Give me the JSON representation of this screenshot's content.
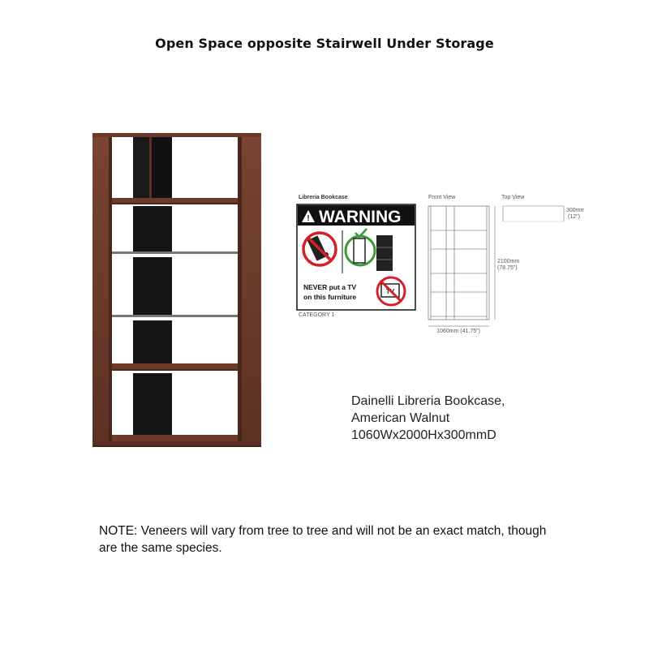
{
  "title": "Open Space opposite Stairwell Under Storage",
  "spec_sheet": {
    "product_label": "Libreria Bookcase",
    "warning": {
      "heading": "WARNING",
      "message_line1": "NEVER put a TV",
      "message_line2": "on this furniture",
      "tv_label": "TV",
      "category": "CATEGORY 1"
    },
    "front_view_label": "Front View",
    "top_view_label": "Top View",
    "depth_mm": "300mm",
    "depth_in": "(12\")",
    "height_mm": "2100mm",
    "height_in": "(78.75\")",
    "width_text": "1060mm (41.75\")"
  },
  "description": {
    "line1": "Dainelli Libreria Bookcase,",
    "line2": "American Walnut",
    "line3": "1060Wx2000Hx300mmD"
  },
  "note": "NOTE: Veneers will vary from tree to tree and will not be an exact match, though are the same species.",
  "colors": {
    "walnut": "#6b3a2a",
    "walnut_dark": "#4f2a1f",
    "black_panel": "#1a1a1a",
    "warning_red": "#d42027",
    "check_green": "#3a9a3a"
  }
}
